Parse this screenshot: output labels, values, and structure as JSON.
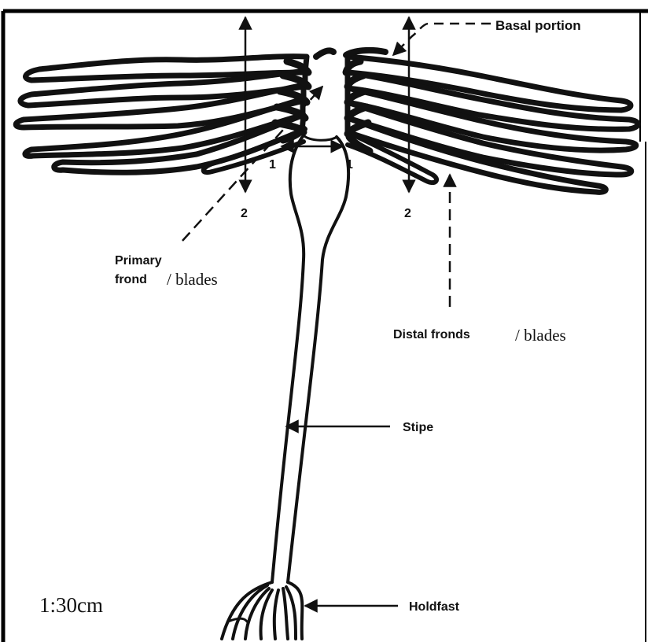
{
  "diagram": {
    "labels": {
      "basal_portion": "Basal portion",
      "primary_frond_line1": "Primary",
      "primary_frond_line2": "frond",
      "primary_blades": "/ blades",
      "distal_fronds": "Distal fronds",
      "distal_blades": "/ blades",
      "stipe": "Stipe",
      "holdfast": "Holdfast",
      "scale": "1:30cm"
    },
    "markers": {
      "width_left": "1",
      "width_right": "1",
      "length_left": "2",
      "length_right": "2"
    },
    "colors": {
      "ink": "#111111",
      "background": "#ffffff",
      "frame": "#000000"
    }
  }
}
